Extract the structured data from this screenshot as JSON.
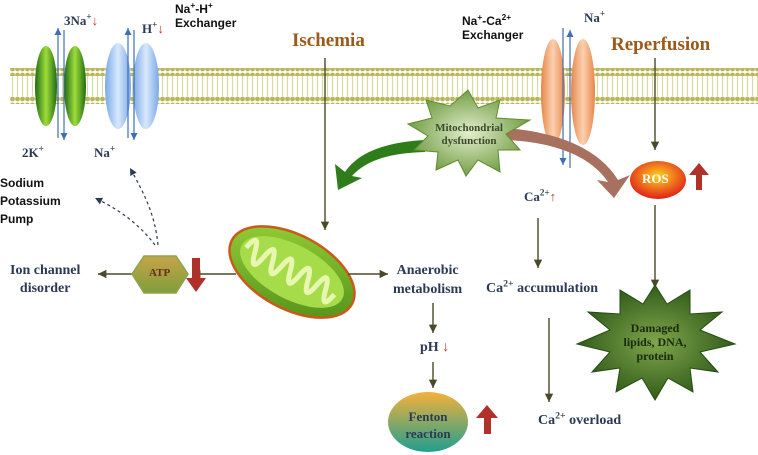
{
  "membrane": {
    "colors": {
      "head": "#b8b65a",
      "tail": "#dcd9a0"
    }
  },
  "labels": {
    "na_h_exchanger": [
      "Na",
      "+",
      "-H",
      "+",
      " Exchanger"
    ],
    "na_ca_exchanger": [
      "Na",
      "+",
      "-Ca",
      "2+",
      " Exchanger"
    ],
    "ischemia": "Ischemia",
    "reperfusion": "Reperfusion",
    "three_na": "3Na",
    "three_na_sup": "+",
    "h_ion": "H",
    "h_sup": "+",
    "two_k": "2K",
    "two_k_sup": "+",
    "na_left": "Na",
    "na_left_sup": "+",
    "na_right": "Na",
    "na_right_sup": "+",
    "sodium_potassium_pump": [
      "Sodium",
      "Potassium",
      "Pump"
    ],
    "mitochondrial_dysfunction": [
      "Mitochondrial",
      "dysfunction"
    ],
    "ros": "ROS",
    "ca_ion": "Ca",
    "ca_ion_sup": "2+",
    "ion_channel_disorder": [
      "Ion channel",
      "disorder"
    ],
    "atp": "ATP",
    "anaerobic_metabolism": [
      "Anaerobic",
      "metabolism"
    ],
    "ca_accumulation": "Ca",
    "ca_accumulation_sup": "2+",
    "ca_accumulation_rest": " accumulation",
    "ph": "pH",
    "damaged": [
      "Damaged",
      "lipids, DNA,",
      "protein"
    ],
    "fenton": [
      "Fenton",
      "reaction"
    ],
    "ca_overload": "Ca",
    "ca_overload_sup": "2+",
    "ca_overload_rest": " overload"
  },
  "colors": {
    "title_brown": "#9c5a1a",
    "text_navy": "#2b3a55",
    "arrow_red": "#c0392b",
    "arrow_dark": "#4a4a2a",
    "green_arrow": "#2f7d1a",
    "ros_fill": "#e63a1a"
  },
  "icons": [
    "down-arrow-icon",
    "up-arrow-icon",
    "mitochondrion-icon",
    "starburst-icon"
  ]
}
